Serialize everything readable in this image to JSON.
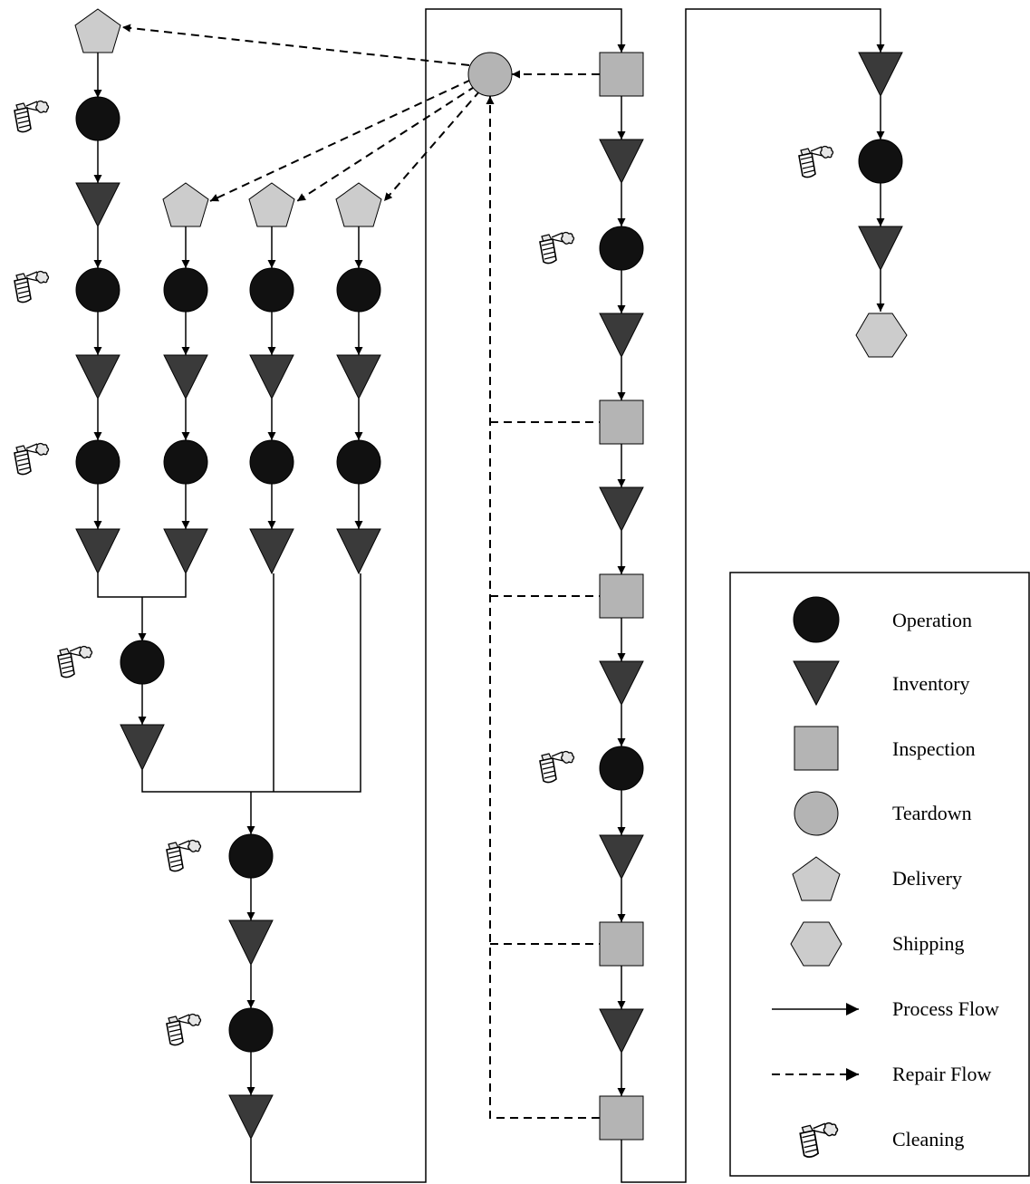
{
  "colors": {
    "operation": "#111111",
    "inventory": "#3a3a3a",
    "inspection": "#b4b4b4",
    "teardown": "#b4b4b4",
    "delivery": "#cccccc",
    "shipping": "#cccccc",
    "line": "#000000"
  },
  "legend": {
    "operation": "Operation",
    "inventory": "Inventory",
    "inspection": "Inspection",
    "teardown": "Teardown",
    "delivery": "Delivery",
    "shipping": "Shipping",
    "process_flow": "Process Flow",
    "repair_flow": "Repair Flow",
    "cleaning": "Cleaning"
  }
}
